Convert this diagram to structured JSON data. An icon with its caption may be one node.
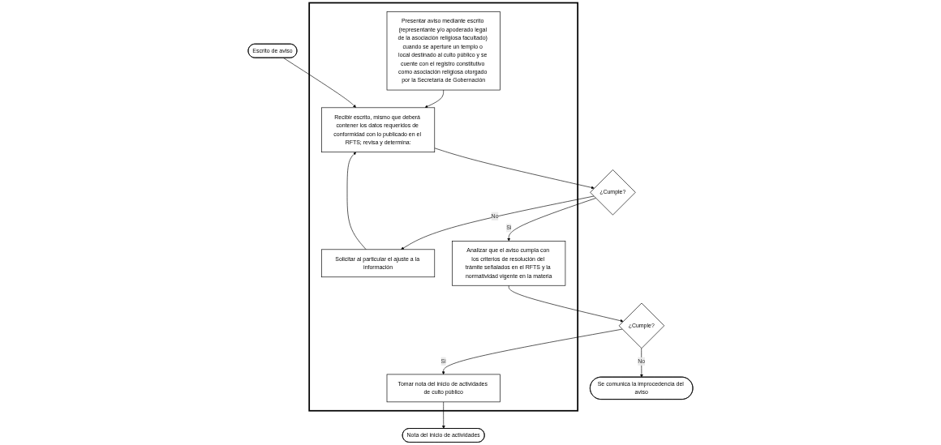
{
  "diagram": {
    "nodes": [
      {
        "text": [],
        "shape": "box"
      },
      {
        "text": [
          "Presentar aviso mediante escrito (representante y/o apoderado legal de la asociación religiosa facultado) cuando se aperture un templo o local destinado al culto público y se cuente con el registro constitutivo como asociación religiosa otorgado por la Secretaría de Gobernación"
        ],
        "in": 0
      },
      {
        "text": [
          "Escrito de aviso"
        ]
      },
      {
        "text": [
          "Recibir escrito, mismo que deberá contener los datos requeridos de conformidad con lo publicado en el RFTS; revisa y determina:"
        ],
        "in": 0
      },
      {
        "text": [
          "¿Cumple?"
        ]
      },
      {
        "text": [
          "Solicitar al particular el ajuste a la información"
        ],
        "in": 0
      },
      {
        "text": [
          "Analizar que el aviso cumpla con los criterios de resolución del trámite señalados en el RFTS y la normatividad vigente en la materia"
        ],
        "in": 0
      },
      {
        "text": [
          "¿Cumple?"
        ]
      },
      {
        "text": [
          "Se comunica la improcedencia del aviso"
        ]
      },
      {
        "text": [
          "Tomar nota del inicio de actividades de culto público"
        ],
        "in": 0
      },
      {
        "text": [
          "Nota del inicio de actividades"
        ]
      }
    ],
    "edges": [
      {
        "from": 1,
        "to": 3,
        "arrow": "to"
      },
      {
        "from": 2,
        "to": 3,
        "arrow": "to"
      },
      {
        "from": 3,
        "to": 4,
        "arrow": "to"
      },
      {
        "from": 4,
        "to": 5,
        "label": "No",
        "arrow": "to"
      },
      {
        "from": 4,
        "to": 6,
        "label": "Si",
        "arrow": "to"
      },
      {
        "from": 5,
        "to": 3,
        "arrow": "to"
      },
      {
        "from": 6,
        "to": 7,
        "arrow": "to"
      },
      {
        "from": 7,
        "to": 8,
        "label": "No",
        "arrow": "to"
      },
      {
        "from": 7,
        "to": 9,
        "label": "Si",
        "arrow": "to"
      },
      {
        "from": 9,
        "to": 10,
        "arrow": "to"
      }
    ]
  }
}
